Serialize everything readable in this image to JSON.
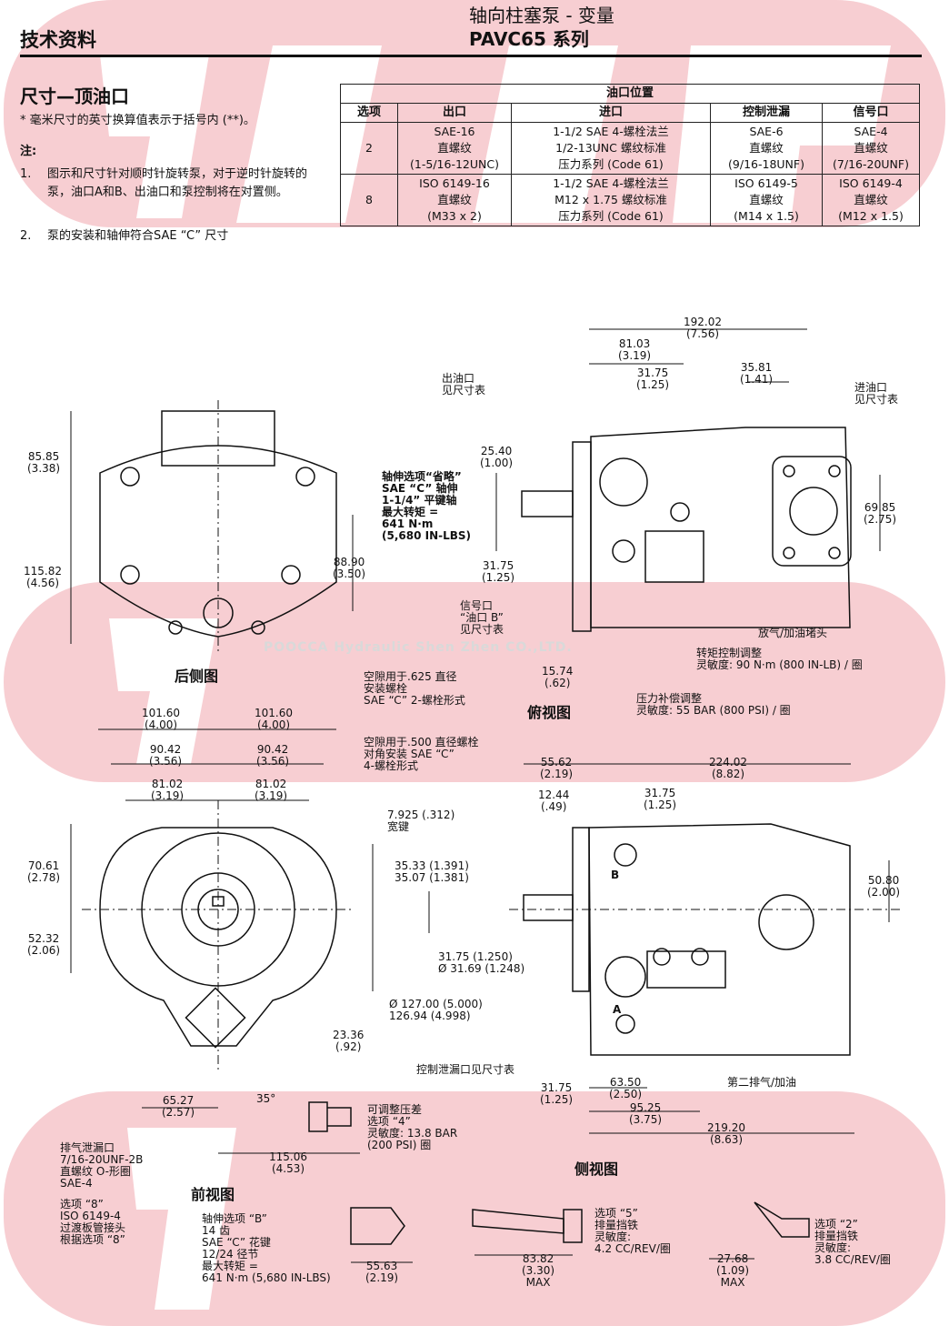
{
  "header": {
    "left": "技术资料",
    "title_line1": "轴向柱塞泵 - 变量",
    "title_line2": "PAVC65  系列"
  },
  "section": {
    "title": "尺寸—顶油口",
    "conversion_note": "* 毫米尺寸的英寸换算值表示于括号内 (**)。",
    "notes_label": "注:",
    "notes": [
      {
        "num": "1.",
        "text": "图示和尺寸针对顺时针旋转泵，对于逆时针旋转的泵，油口A和B、出油口和泵控制将在对置侧。"
      },
      {
        "num": "2.",
        "text": "泵的安装和轴伸符合SAE “C” 尺寸"
      }
    ]
  },
  "port_table": {
    "title": "油口位置",
    "headers": [
      "选项",
      "出口",
      "进口",
      "控制泄漏",
      "信号口"
    ],
    "rows": [
      {
        "option": "2",
        "outlet": [
          "SAE-16",
          "直螺纹",
          "(1-5/16-12UNC)"
        ],
        "inlet": [
          "1-1/2 SAE 4-螺栓法兰",
          "1/2-13UNC 螺纹标准",
          "压力系列 (Code 61)"
        ],
        "drain": [
          "SAE-6",
          "直螺纹",
          "(9/16-18UNF)"
        ],
        "signal": [
          "SAE-4",
          "直螺纹",
          "(7/16-20UNF)"
        ]
      },
      {
        "option": "8",
        "outlet": [
          "ISO 6149-16",
          "直螺纹",
          "(M33 x 2)"
        ],
        "inlet": [
          "1-1/2 SAE 4-螺栓法兰",
          "M12 x 1.75 螺纹标准",
          "压力系列 (Code 61)"
        ],
        "drain": [
          "ISO 6149-5",
          "直螺纹",
          "(M14 x 1.5)"
        ],
        "signal": [
          "ISO 6149-4",
          "直螺纹",
          "(M12 x 1.5)"
        ]
      }
    ]
  },
  "watermark": "POOCCA Hydraulic Shen Zhen CO.,LTD.",
  "views": {
    "rear": "后侧图",
    "top": "俯视图",
    "front": "前视图",
    "side": "侧视图"
  },
  "dims": {
    "d85_85": [
      "85.85",
      "(3.38)"
    ],
    "d115_82": [
      "115.82",
      "(4.56)"
    ],
    "d88_90": [
      "88.90",
      "(3.50)"
    ],
    "d192_02": [
      "192.02",
      "(7.56)"
    ],
    "d81_03": [
      "81.03",
      "(3.19)"
    ],
    "d31_75a": [
      "31.75",
      "(1.25)"
    ],
    "d35_81": [
      "35.81",
      "(1.41)"
    ],
    "d25_40": [
      "25.40",
      "(1.00)"
    ],
    "d69_85": [
      "69.85",
      "(2.75)"
    ],
    "d31_75b": [
      "31.75",
      "(1.25)"
    ],
    "d15_74": [
      "15.74",
      "(.62)"
    ],
    "d101_60l": [
      "101.60",
      "(4.00)"
    ],
    "d101_60r": [
      "101.60",
      "(4.00)"
    ],
    "d90_42l": [
      "90.42",
      "(3.56)"
    ],
    "d90_42r": [
      "90.42",
      "(3.56)"
    ],
    "d81_02l": [
      "81.02",
      "(3.19)"
    ],
    "d81_02r": [
      "81.02",
      "(3.19)"
    ],
    "d70_61": [
      "70.61",
      "(2.78)"
    ],
    "d52_32": [
      "52.32",
      "(2.06)"
    ],
    "d23_36": [
      "23.36",
      "(.92)"
    ],
    "d65_27": [
      "65.27",
      "(2.57)"
    ],
    "d35deg": "35°",
    "d115_06": [
      "115.06",
      "(4.53)"
    ],
    "d55_62": [
      "55.62",
      "(2.19)"
    ],
    "d224_02": [
      "224.02",
      "(8.82)"
    ],
    "d12_44": [
      "12.44",
      "(.49)"
    ],
    "d31_75c": [
      "31.75",
      "(1.25)"
    ],
    "d7_925": [
      "7.925 (.312)",
      "宽键"
    ],
    "d35_33": [
      "35.33 (1.391)",
      "35.07 (1.381)"
    ],
    "d31_75d": [
      "31.75 (1.250)",
      "Ø 31.69 (1.248)"
    ],
    "d127": [
      "Ø  127.00 (5.000)",
      "126.94 (4.998)"
    ],
    "d50_80": [
      "50.80",
      "(2.00)"
    ],
    "d31_75e": [
      "31.75",
      "(1.25)"
    ],
    "d63_50": [
      "63.50",
      "(2.50)"
    ],
    "d95_25": [
      "95.25",
      "(3.75)"
    ],
    "d219_20": [
      "219.20",
      "(8.63)"
    ],
    "d55_63": [
      "55.63",
      "(2.19)"
    ],
    "d83_82": [
      "83.82",
      "(3.30)",
      "MAX"
    ],
    "d27_68": [
      "27.68",
      "(1.09)",
      "MAX"
    ]
  },
  "callouts": {
    "outlet": [
      "出油口",
      "见尺寸表"
    ],
    "inlet": [
      "进油口",
      "见尺寸表"
    ],
    "shaft_omit": [
      "轴伸选项“省略”",
      "SAE “C” 轴伸",
      "1-1/4” 平键轴",
      "最大转矩 =",
      "641 N·m",
      "(5,680 IN-LBS)"
    ],
    "signal": [
      "信号口",
      "“油口 B”",
      "见尺寸表"
    ],
    "bleed": "放气/加油堵头",
    "torque": [
      "转矩控制调整",
      "灵敏度: 90 N·m (800 IN-LB) / 圈"
    ],
    "pressure": [
      "压力补偿调整",
      "灵敏度: 55 BAR (800 PSI) / 圈"
    ],
    "clear625": [
      "空隙用于.625 直径",
      "安装螺栓",
      "SAE “C” 2-螺栓形式"
    ],
    "clear500": [
      "空隙用于.500 直径螺栓",
      "对角安装 SAE “C”",
      "4-螺栓形式"
    ],
    "drain_tbl": "控制泄漏口见尺寸表",
    "second_bleed": "第二排气/加油",
    "port_b": "B",
    "port_a": "A",
    "vent": [
      "排气泄漏口",
      "7/16-20UNF-2B",
      "直螺纹 O-形圈",
      "SAE-4"
    ],
    "opt8": [
      "选项 “8”",
      "ISO 6149-4",
      "过渡板管接头",
      "根据选项 “8”"
    ],
    "opt4": [
      "可调整压差",
      "选项 “4”",
      "灵敏度: 13.8 BAR",
      "(200 PSI) 圈"
    ],
    "optB": [
      "轴伸选项 “B”",
      "14 齿",
      "SAE “C” 花键",
      "12/24 径节",
      "最大转矩 =",
      "641 N·m (5,680 IN-LBS)"
    ],
    "opt5": [
      "选项 “5”",
      "排量挡铁",
      "灵敏度:",
      "4.2 CC/REV/圈"
    ],
    "opt2": [
      "选项 “2”",
      "排量挡铁",
      "灵敏度:",
      "3.8 CC/REV/圈"
    ]
  },
  "colors": {
    "bg_logo": "#f4c4c8",
    "ink": "#111111"
  }
}
